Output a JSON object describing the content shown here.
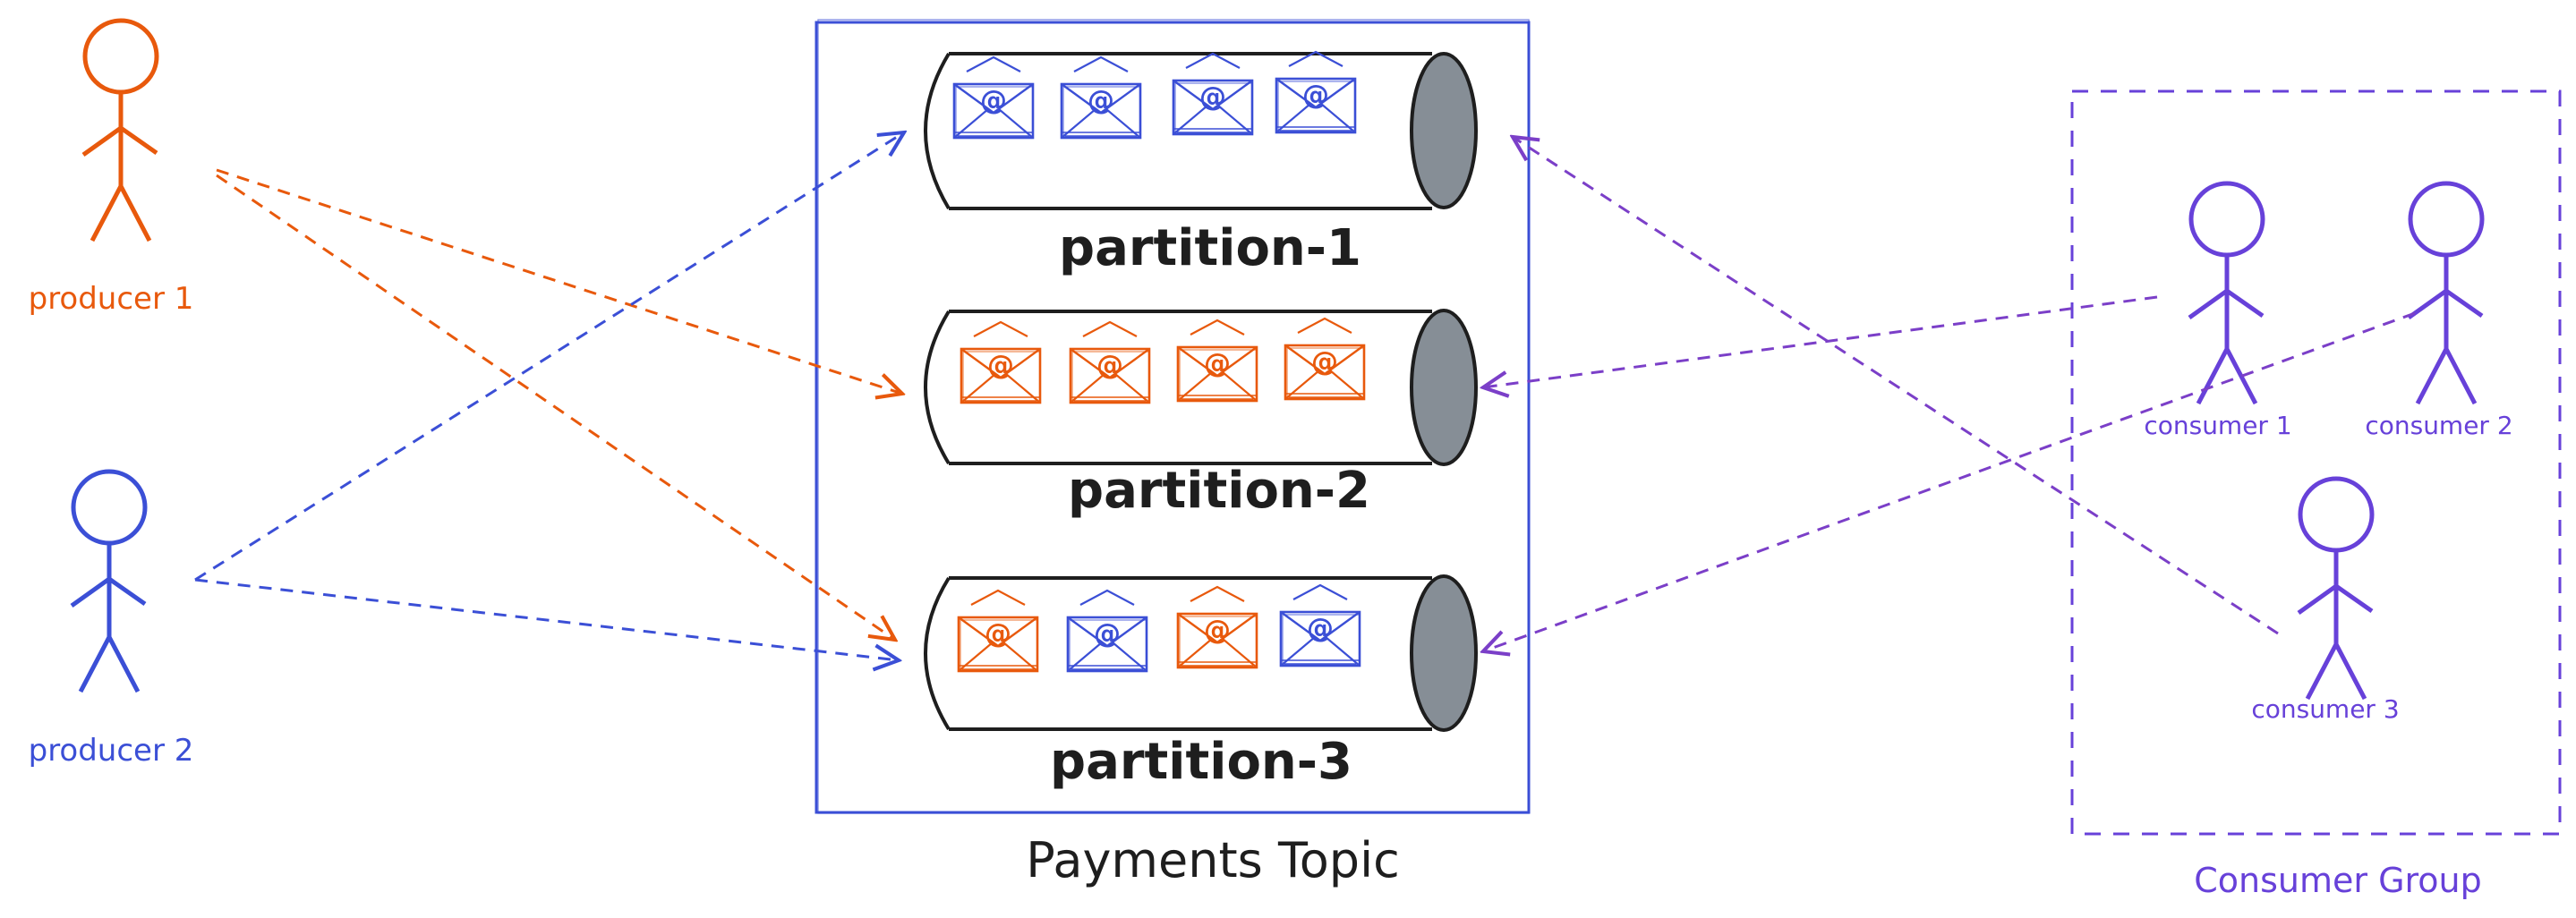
{
  "diagram": {
    "topic": {
      "label": "Payments Topic",
      "partitions": [
        {
          "label": "partition-1",
          "messages": [
            "blue",
            "blue",
            "blue",
            "blue"
          ]
        },
        {
          "label": "partition-2",
          "messages": [
            "orange",
            "orange",
            "orange",
            "orange"
          ]
        },
        {
          "label": "partition-3",
          "messages": [
            "orange",
            "blue",
            "orange",
            "blue"
          ]
        }
      ]
    },
    "producers": [
      {
        "label": "producer 1",
        "color": "#e8590c",
        "writes_to": [
          "partition-2",
          "partition-3"
        ]
      },
      {
        "label": "producer 2",
        "color": "#3b4fd6",
        "writes_to": [
          "partition-1",
          "partition-3"
        ]
      }
    ],
    "consumer_group": {
      "label": "Consumer Group",
      "consumers": [
        {
          "label": "consumer 1",
          "reads_from": "partition-2"
        },
        {
          "label": "consumer 2",
          "reads_from": "partition-3"
        },
        {
          "label": "consumer 3",
          "reads_from": "partition-1"
        }
      ]
    },
    "message_icon_symbol": "@",
    "colors": {
      "orange": "#e8590c",
      "blue": "#3b4fd6",
      "purple": "#7b3fc8",
      "consumer": "#6741d9",
      "topic_border": "#3b4fd6",
      "cylinder_cap": "#868e96",
      "text": "#1e1e1e"
    }
  }
}
